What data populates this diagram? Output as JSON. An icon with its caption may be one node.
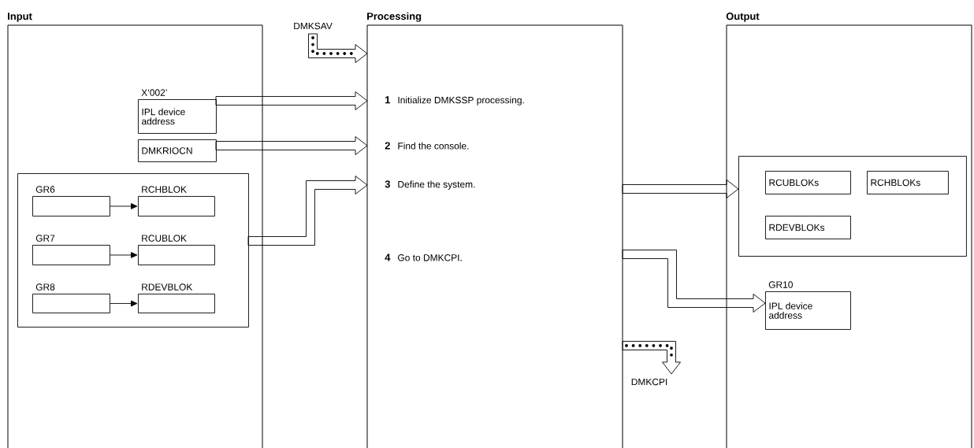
{
  "diagram": {
    "nodes": [
      {
        "text": [
          "Input"
        ]
      },
      {
        "text": [
          "Processing"
        ]
      },
      {
        "text": [
          "Output"
        ]
      },
      {
        "text": [
          "X‘002’",
          "IPL device address"
        ],
        "in": 0
      },
      {
        "text": [
          "DMKRIOCN"
        ],
        "in": 0
      },
      {
        "text": [],
        "shape": "box",
        "in": 0
      },
      {
        "text": [
          "GR6"
        ],
        "in": 5
      },
      {
        "text": [
          "RCHBLOK"
        ],
        "in": 5
      },
      {
        "text": [
          "GR7"
        ],
        "in": 5
      },
      {
        "text": [
          "RCUBLOK"
        ],
        "in": 5
      },
      {
        "text": [
          "GR8"
        ],
        "in": 5
      },
      {
        "text": [
          "RDEVBLOK"
        ],
        "in": 5
      },
      {
        "text": [
          "1",
          "Initialize DMKSSP processing."
        ],
        "in": 1
      },
      {
        "text": [
          "2",
          "Find the console."
        ],
        "in": 1
      },
      {
        "text": [
          "3",
          "Define the system."
        ],
        "in": 1
      },
      {
        "text": [
          "4",
          "Go to DMKCPI."
        ],
        "in": 1
      },
      {
        "text": [
          "DMKSAV"
        ]
      },
      {
        "text": [],
        "shape": "box",
        "in": 2
      },
      {
        "text": [
          "RCUBLOKs"
        ],
        "in": 17
      },
      {
        "text": [
          "RCHBLOKs"
        ],
        "in": 17
      },
      {
        "text": [
          "RDEVBLOKs"
        ],
        "in": 17
      },
      {
        "text": [
          "GR10",
          "IPL device address"
        ],
        "in": 2
      },
      {
        "text": [
          "DMKCPI"
        ]
      }
    ],
    "edges": [
      {
        "from": 16,
        "to": 1,
        "arrow": "to"
      },
      {
        "from": 3,
        "to": 1,
        "arrow": "to"
      },
      {
        "from": 4,
        "to": 1,
        "arrow": "to"
      },
      {
        "from": 5,
        "to": 1,
        "arrow": "to"
      },
      {
        "from": 1,
        "to": 17,
        "arrow": "to"
      },
      {
        "from": 1,
        "to": 21,
        "arrow": "to"
      },
      {
        "from": 1,
        "to": 22,
        "arrow": "to"
      },
      {
        "from": 6,
        "to": 7,
        "arrow": "to"
      },
      {
        "from": 8,
        "to": 9,
        "arrow": "to"
      },
      {
        "from": 10,
        "to": 11,
        "arrow": "to"
      }
    ]
  }
}
